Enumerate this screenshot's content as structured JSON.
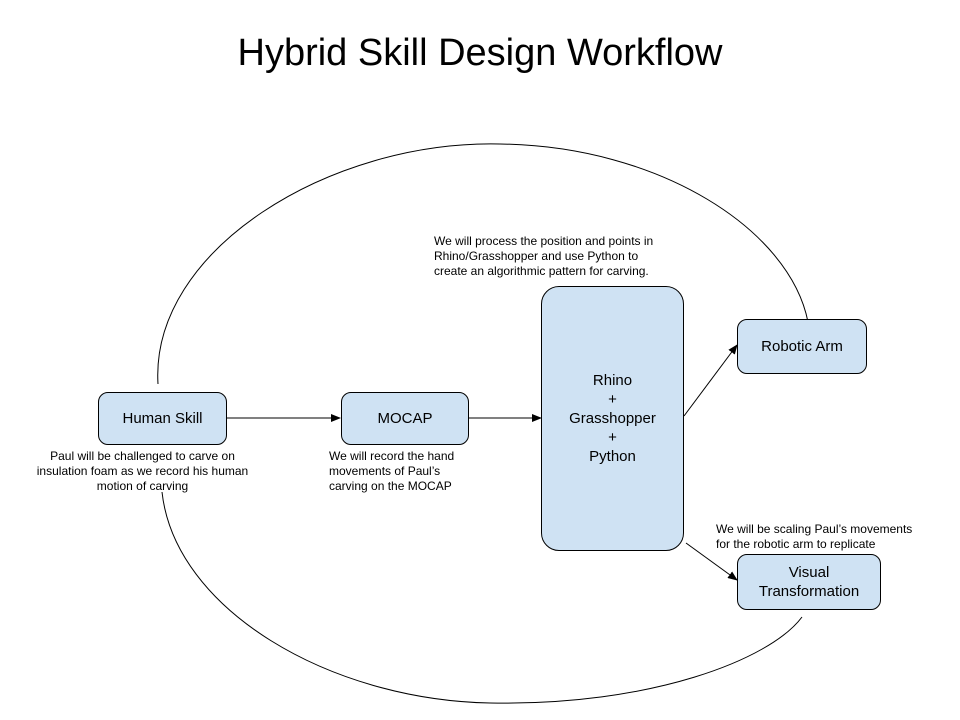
{
  "title": "Hybrid Skill Design Workflow",
  "nodes": {
    "human_skill": "Human Skill",
    "mocap": "MOCAP",
    "rhino": [
      "Rhino",
      "+",
      "Grasshopper",
      "+",
      "Python"
    ],
    "robotic_arm": "Robotic Arm",
    "visual_transformation": [
      "Visual",
      "Transformation"
    ]
  },
  "notes": {
    "human_skill": [
      "Paul will be challenged to carve on",
      "insulation foam as we record his human",
      "motion of carving"
    ],
    "mocap": [
      "We will record the hand",
      "movements of Paul’s",
      "carving on the MOCAP"
    ],
    "rhino": [
      "We will process the position and points in",
      "Rhino/Grasshopper and use Python to",
      "create an algorithmic pattern for carving."
    ],
    "visual_transformation": [
      "We will be scaling Paul’s movements",
      "for the robotic arm to replicate"
    ]
  },
  "colors": {
    "node_fill": "#cfe2f3",
    "stroke": "#000000"
  }
}
